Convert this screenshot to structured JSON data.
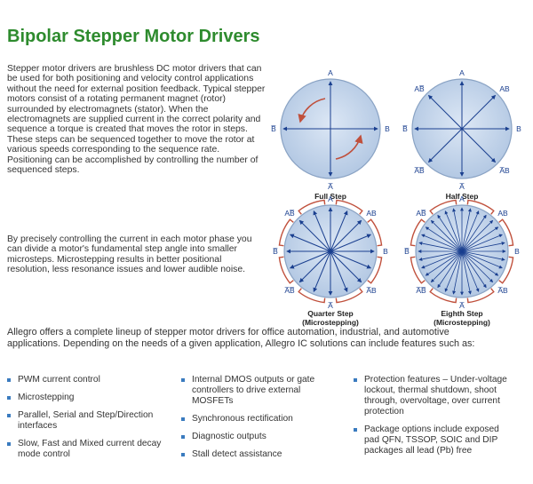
{
  "title": "Bipolar Stepper Motor Drivers",
  "intro": "Stepper motor drivers are brushless DC motor drivers that can be used for both positioning and velocity control applications without the need for external position feedback. Typical stepper motors consist of a rotating permanent magnet (rotor) surrounded by electromagnets (stator). When the electromagnets are supplied current in the correct polarity and sequence a torque is created that moves the rotor in steps. These steps can be sequenced together to move the rotor at various speeds corresponding to the sequence rate. Positioning can be accomplished by controlling the number of sequenced steps.",
  "microstepping_text": "By precisely controlling the current in each motor phase you can divide a motor's fundamental step angle into smaller microsteps. Microstepping results in better positional resolution, less resonance issues and lower audible noise.",
  "lineup_text": "Allegro offers a complete lineup of stepper motor drivers for office automation, industrial, and automotive applications. Depending on the needs of a given application, Allegro IC solutions can include features such as:",
  "diagrams": {
    "full_step": {
      "caption": "Full Step",
      "label_top": "A",
      "label_bottom": "A̅",
      "label_left": "B̅",
      "label_right": "B"
    },
    "half_step": {
      "caption": "Half Step",
      "label_top": "A",
      "label_bottom": "A̅",
      "label_left": "B̅",
      "label_right": "B",
      "label_tl": "AB̅",
      "label_tr": "AB",
      "label_bl": "A̅B̅",
      "label_br": "A̅B"
    },
    "quarter_step": {
      "caption_line1": "Quarter Step",
      "caption_line2": "(Microstepping)",
      "label_top": "A",
      "label_bottom": "A̅",
      "label_left": "B̅",
      "label_right": "B",
      "label_tl": "AB̅",
      "label_tr": "AB",
      "label_bl": "A̅B̅",
      "label_br": "A̅B"
    },
    "eighth_step": {
      "caption_line1": "Eighth Step",
      "caption_line2": "(Microstepping)",
      "label_top": "A",
      "label_bottom": "A̅",
      "label_left": "B̅",
      "label_right": "B",
      "label_tl": "AB̅",
      "label_tr": "AB",
      "label_bl": "A̅B̅",
      "label_br": "A̅B"
    }
  },
  "features": {
    "col1": [
      "PWM current control",
      "Microstepping",
      "Parallel, Serial and Step/Direction interfaces",
      "Slow, Fast and Mixed current decay mode control"
    ],
    "col2": [
      "Internal DMOS outputs or gate controllers to drive external MOSFETs",
      "Synchronous rectification",
      "Diagnostic outputs",
      "Stall detect assistance"
    ],
    "col3": [
      "Protection features – Under-voltage lockout, thermal shutdown, shoot through, overvoltage, over current protection",
      "Package options include exposed pad QFN, TSSOP, SOIC and DIP packages all lead (Pb) free"
    ]
  },
  "colors": {
    "title": "#2e8b2e",
    "disc": "#c9d9ee",
    "arrow": "#1a3f8f",
    "rotation_arc": "#c0503c",
    "bullet": "#3a7bbf"
  }
}
